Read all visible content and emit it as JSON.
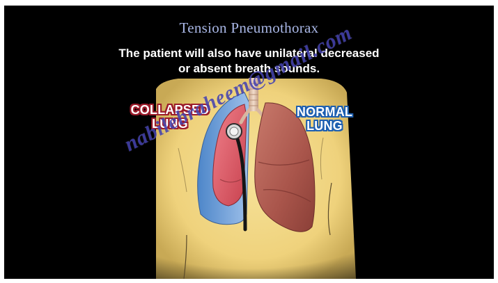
{
  "slide": {
    "title": "Tension Pneumothorax",
    "caption_lines": [
      "The patient will also have unilateral decreased",
      "or absent breath sounds."
    ],
    "labels": {
      "collapsed_lung": [
        "COLLAPSED",
        "LUNG"
      ],
      "normal_lung": [
        "NORMAL",
        "LUNG"
      ]
    },
    "watermark": "nabilebraheem@gmail.com"
  },
  "colors": {
    "background": "#000000",
    "title": "#a9b7e6",
    "caption": "#ffffff",
    "skin": "#f3d98a",
    "collapsed_label_outline": "#9b1b2a",
    "normal_label_outline": "#1d5fb0",
    "collapsed_lung": "#e2606a",
    "pleural_air": "#6f9fd8",
    "normal_lung": "#b8645a",
    "watermark": "#3836aa"
  }
}
